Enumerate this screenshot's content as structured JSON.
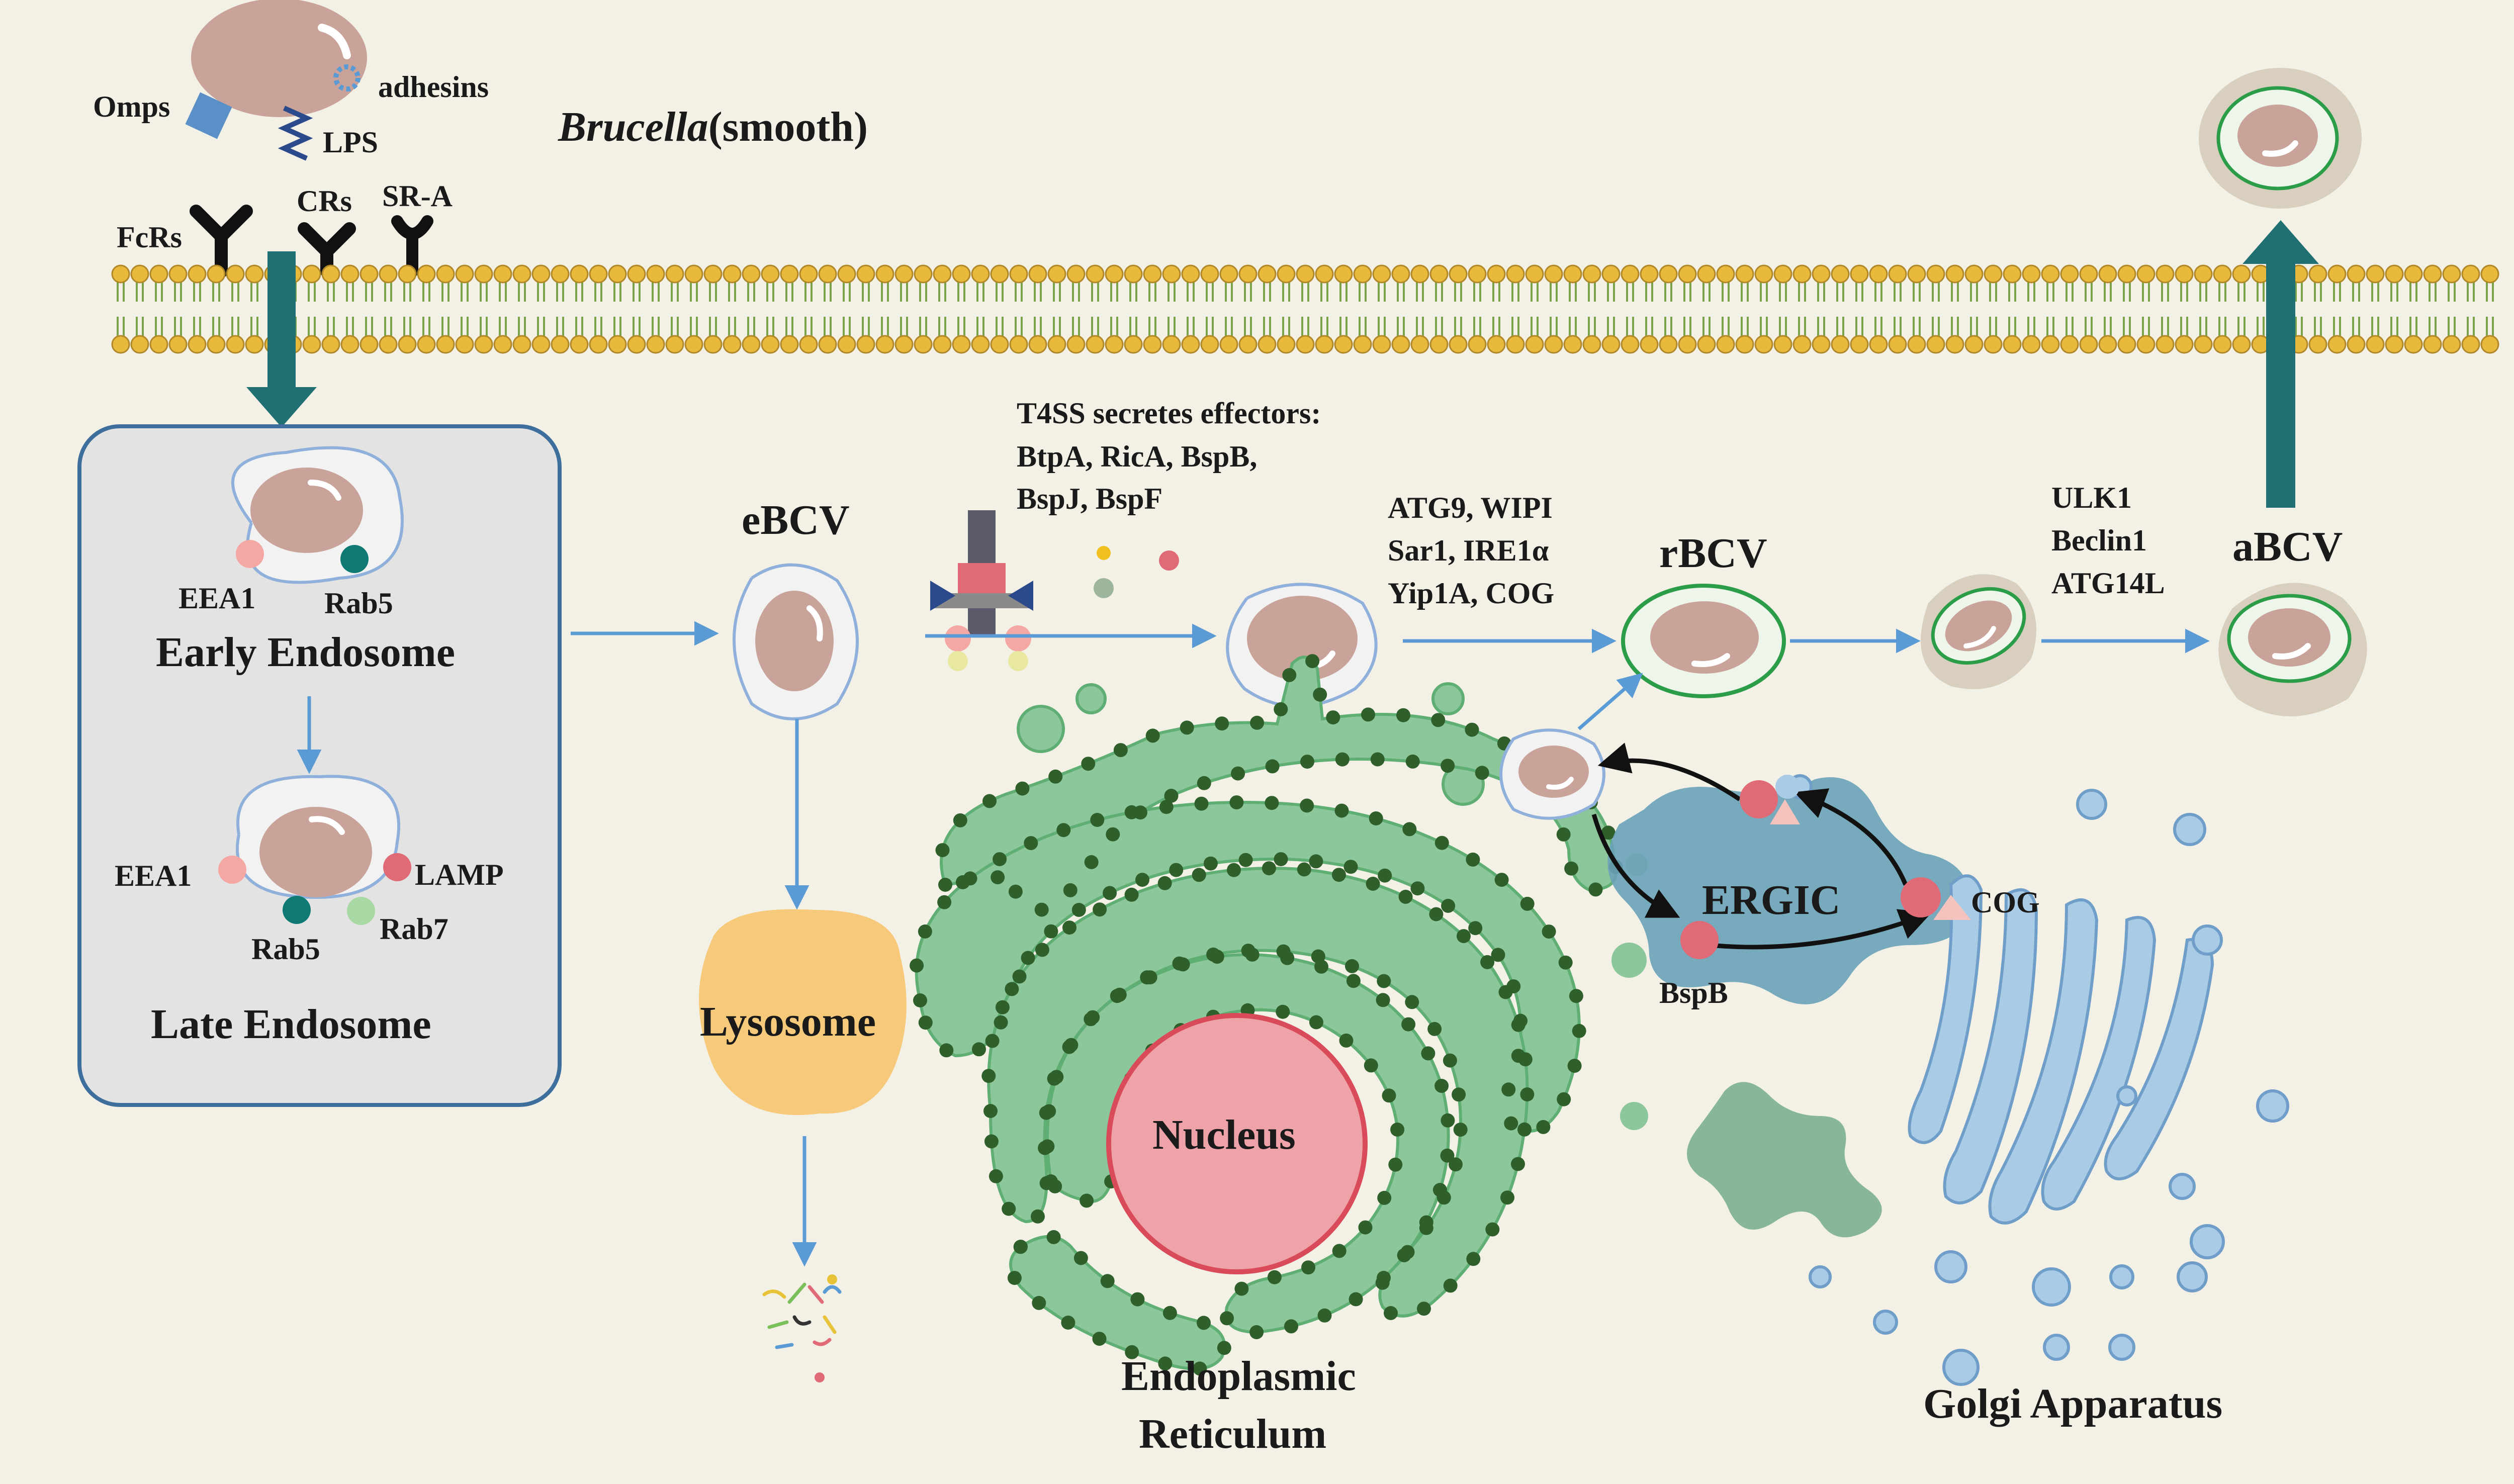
{
  "bacterium": {
    "name_italic": "Brucella",
    "name_suffix": "(smooth)",
    "omps": "Omps",
    "adhesins": "adhesins",
    "lps": "LPS"
  },
  "receptors": {
    "fcrs": "FcRs",
    "crs": "CRs",
    "sra": "SR-A"
  },
  "endosome_box": {
    "early_title": "Early Endosome",
    "early_marker_1": "EEA1",
    "early_marker_2": "Rab5",
    "late_title": "Late Endosome",
    "late_marker_eea1": "EEA1",
    "late_marker_lamp": "LAMP",
    "late_marker_rab5": "Rab5",
    "late_marker_rab7": "Rab7"
  },
  "stages": {
    "ebcv": "eBCV",
    "rbcv": "rBCV",
    "abcv": "aBCV"
  },
  "lysosome": "Lysosome",
  "t4ss": {
    "line1": "T4SS secretes effectors:",
    "line2": "BtpA, RicA, BspB,",
    "line3": "BspJ, BspF"
  },
  "er_factors": {
    "line1": "ATG9, WIPI",
    "line2": "Sar1, IRE1α",
    "line3": "Yip1A, COG"
  },
  "autophagy_factors": {
    "line1": "ULK1",
    "line2": "Beclin1",
    "line3": "ATG14L"
  },
  "organelles": {
    "nucleus": "Nucleus",
    "er_line1": "Endoplasmic",
    "er_line2": "Reticulum",
    "ergic": "ERGIC",
    "golgi": "Golgi Apparatus"
  },
  "trafficking": {
    "cog": "COG",
    "bspb": "BspB"
  },
  "colors": {
    "background": "#f3f1e6",
    "bacterium": "#c9a39a",
    "membrane_head": "#e8b93a",
    "teal_arrow": "#1f6f73",
    "blue_arrow": "#5b9bd5",
    "er_green": "#8cc79b",
    "er_dot": "#2f5f2a",
    "golgi_blue": "#a9cbe6",
    "lysosome": "#f7c97a",
    "nucleus": "#eea3a8",
    "pink_marker": "#f4a7a3",
    "teal_marker": "#0f7a73",
    "red_marker": "#e06a76",
    "green_marker": "#a8d8a4"
  }
}
